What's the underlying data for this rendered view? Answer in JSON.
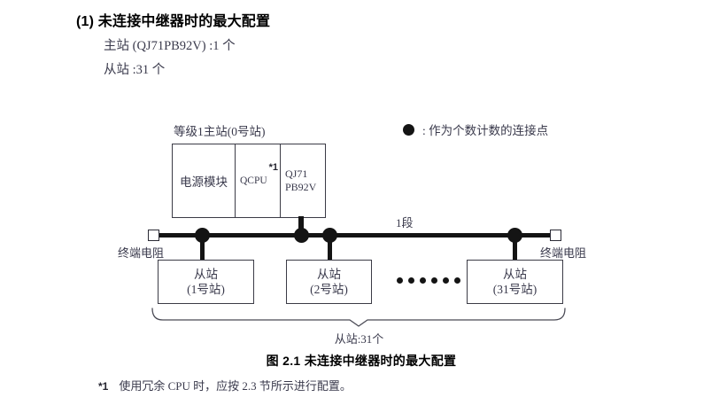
{
  "heading": {
    "number": "(1)",
    "title": "(1) 未连接中继器时的最大配置",
    "spec_master": "主站 (QJ71PB92V) :1 个",
    "spec_slave": "从站 :31 个"
  },
  "legend": {
    "icon": "filled-circle-icon",
    "text": ": 作为个数计数的连接点"
  },
  "diagram": {
    "master": {
      "label": "等级1主站(0号站)",
      "cells": [
        {
          "name": "power-module",
          "text": "电源模块"
        },
        {
          "name": "qcpu",
          "text": "QCPU",
          "footnote_mark": "*1"
        },
        {
          "name": "pb92v",
          "line1": "QJ71",
          "line2": "PB92V"
        }
      ]
    },
    "bus": {
      "segment_label": "1段",
      "terminator_left_label": "终端电阻",
      "terminator_right_label": "终端电阻",
      "connection_dot_count": 4
    },
    "slaves": [
      {
        "name": "slave-1",
        "line1": "从站",
        "line2": "(1号站)"
      },
      {
        "name": "slave-2",
        "line1": "从站",
        "line2": "(2号站)"
      },
      {
        "name": "slave-31",
        "line1": "从站",
        "line2": "(31号站)"
      }
    ],
    "ellipsis_dot_count": 6,
    "brace_label": "从站:31个"
  },
  "figure": {
    "caption": "图 2.1  未连接中继器时的最大配置"
  },
  "footnote": {
    "mark": "*1",
    "text": "使用冗余 CPU 时，应按 2.3 节所示进行配置。"
  },
  "colors": {
    "text": "#3a3a4c",
    "heading": "#000000",
    "line": "#141414",
    "box_border": "#3b3b46",
    "background": "#ffffff"
  }
}
